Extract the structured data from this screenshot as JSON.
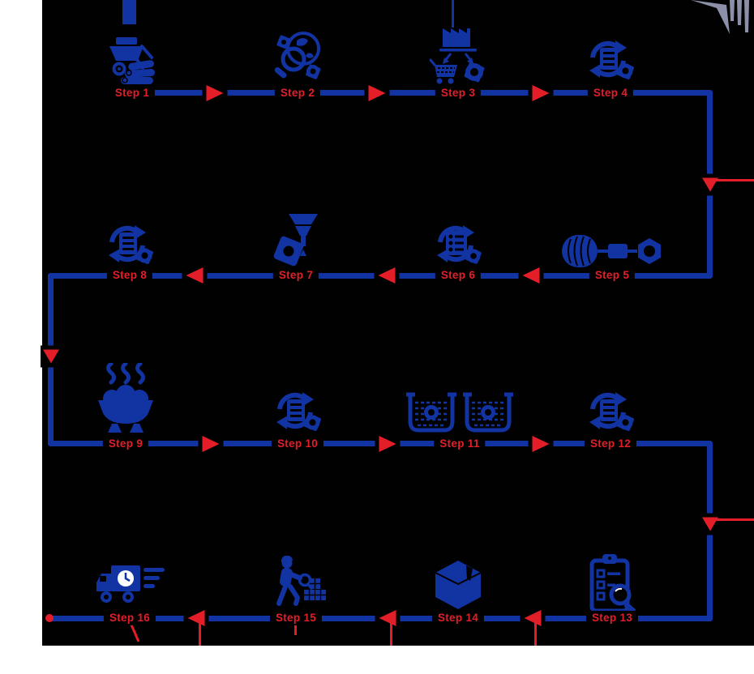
{
  "diagram": {
    "type": "process-flowchart",
    "step_count": 16,
    "colors": {
      "line_blue": "#1233A2",
      "arrow_red": "#E41E28",
      "label_red": "#E41E28",
      "canvas_background": "#010101",
      "page_background": "#FFFFFF",
      "logo_fragment_gray": "#8B90A8"
    },
    "flow": {
      "rows": [
        {
          "direction": "right",
          "steps": [
            {
              "label": "Step 1",
              "icon": "wheelbarrow-logs-icon"
            },
            {
              "label": "Step 2",
              "icon": "globe-magnifier-gears-icon"
            },
            {
              "label": "Step 3",
              "icon": "factory-cart-gear-icon"
            },
            {
              "label": "Step 4",
              "icon": "process-cycle-gear-icon"
            }
          ]
        },
        {
          "direction": "left",
          "steps": [
            {
              "label": "Step 8",
              "icon": "process-cycle-gear-icon"
            },
            {
              "label": "Step 7",
              "icon": "gear-funnel-icon"
            },
            {
              "label": "Step 6",
              "icon": "checklist-cycle-gear-icon"
            },
            {
              "label": "Step 5",
              "icon": "wire-coil-nut-icon"
            }
          ]
        },
        {
          "direction": "right",
          "steps": [
            {
              "label": "Step 9",
              "icon": "heating-bowl-icon"
            },
            {
              "label": "Step 10",
              "icon": "process-cycle-gear-icon"
            },
            {
              "label": "Step 11",
              "icon": "plating-tanks-icon"
            },
            {
              "label": "Step 12",
              "icon": "process-cycle-gear-icon"
            }
          ]
        },
        {
          "direction": "left",
          "steps": [
            {
              "label": "Step 16",
              "icon": "delivery-truck-icon"
            },
            {
              "label": "Step 15",
              "icon": "worker-boxes-icon"
            },
            {
              "label": "Step 14",
              "icon": "package-box-icon"
            },
            {
              "label": "Step 13",
              "icon": "clipboard-magnifier-icon"
            }
          ]
        }
      ]
    }
  }
}
